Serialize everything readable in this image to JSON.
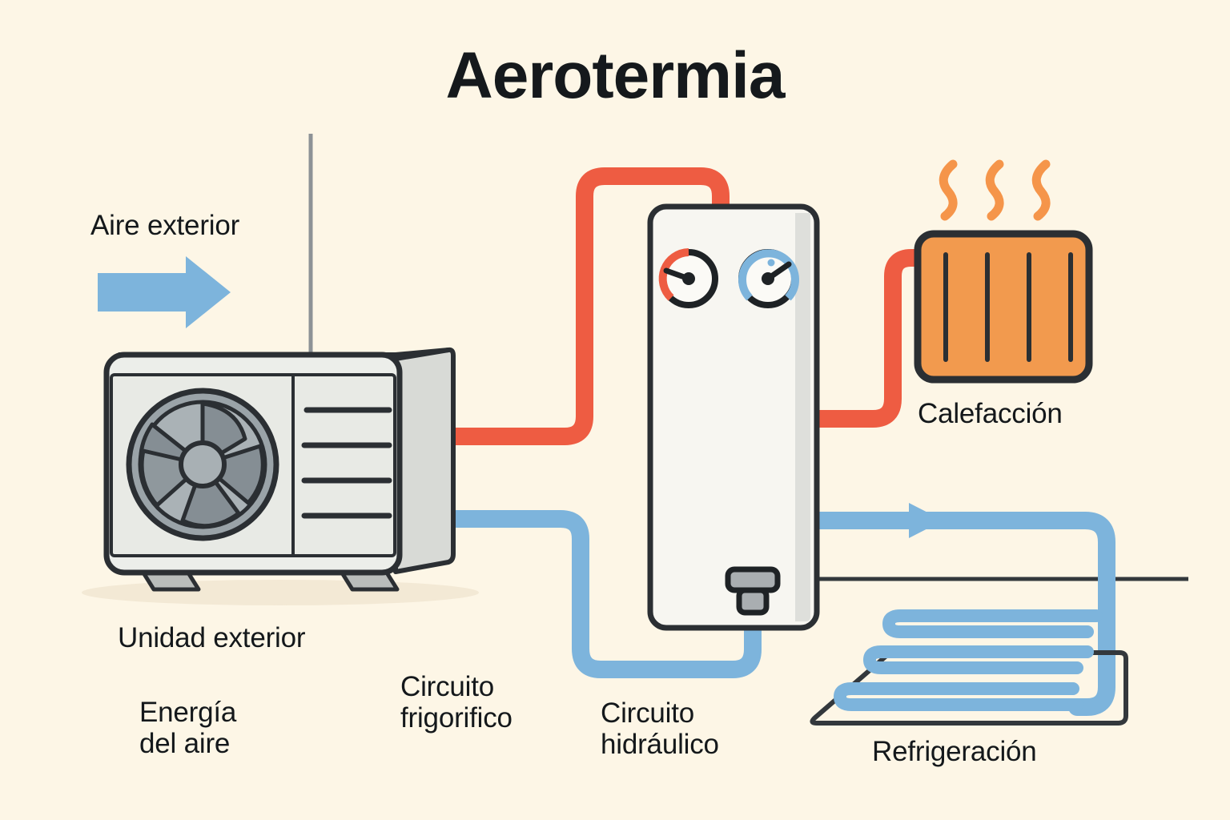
{
  "title": "Aerotermia",
  "background_color": "#fdf6e6",
  "palette": {
    "ink": "#2b2f33",
    "text": "#14181b",
    "hot_pipe": "#ee5c42",
    "cold_pipe": "#7db4dc",
    "air_arrow": "#7db4dc",
    "radiator": "#f29a4e",
    "heat_wave": "#f5954a",
    "unit_body": "#eceeea",
    "unit_side": "#d8dad6",
    "fan_blade": "#8e979c",
    "fan_hub": "#a8b0b4",
    "gauge_hot": "#ee5c42",
    "gauge_cold": "#7db4dc",
    "valve": "#a9aeb1"
  },
  "labels": {
    "aire_exterior": "Aire exterior",
    "unidad_exterior": "Unidad exterior",
    "energia_del_aire": "Energía\ndel aire",
    "circuito_frigorifico": "Circuito\nfrigorifico",
    "circuito_hidraulico": "Circuito\nhidráulico",
    "calefaccion": "Calefacción",
    "refrigeracion": "Refrigeración"
  },
  "icons": {
    "air_arrow": "arrow-right-icon",
    "fan": "fan-icon",
    "gauge_hot": "gauge-icon",
    "gauge_cold": "gauge-icon",
    "radiator": "radiator-icon",
    "heat_waves": "heat-wave-icon",
    "valve": "valve-icon",
    "floor_coil": "floor-coil-icon",
    "antenna": "antenna-icon",
    "flow_arrow": "arrow-right-icon"
  },
  "diagram": {
    "outdoor_unit": {
      "name": "Unidad exterior",
      "fan_blades": 5,
      "grille_slats": 4,
      "feet": 2
    },
    "indoor_unit": {
      "gauges": 2,
      "gauge_colors": [
        "#ee5c42",
        "#7db4dc"
      ]
    },
    "radiator": {
      "fins": 4,
      "heat_waves": 3
    },
    "floor_cooling": {
      "coil_passes": 3
    },
    "circuits": [
      {
        "name": "Circuito frigorifico",
        "color": "#ee5c42"
      },
      {
        "name": "Circuito hidráulico",
        "color": "#7db4dc"
      }
    ]
  }
}
